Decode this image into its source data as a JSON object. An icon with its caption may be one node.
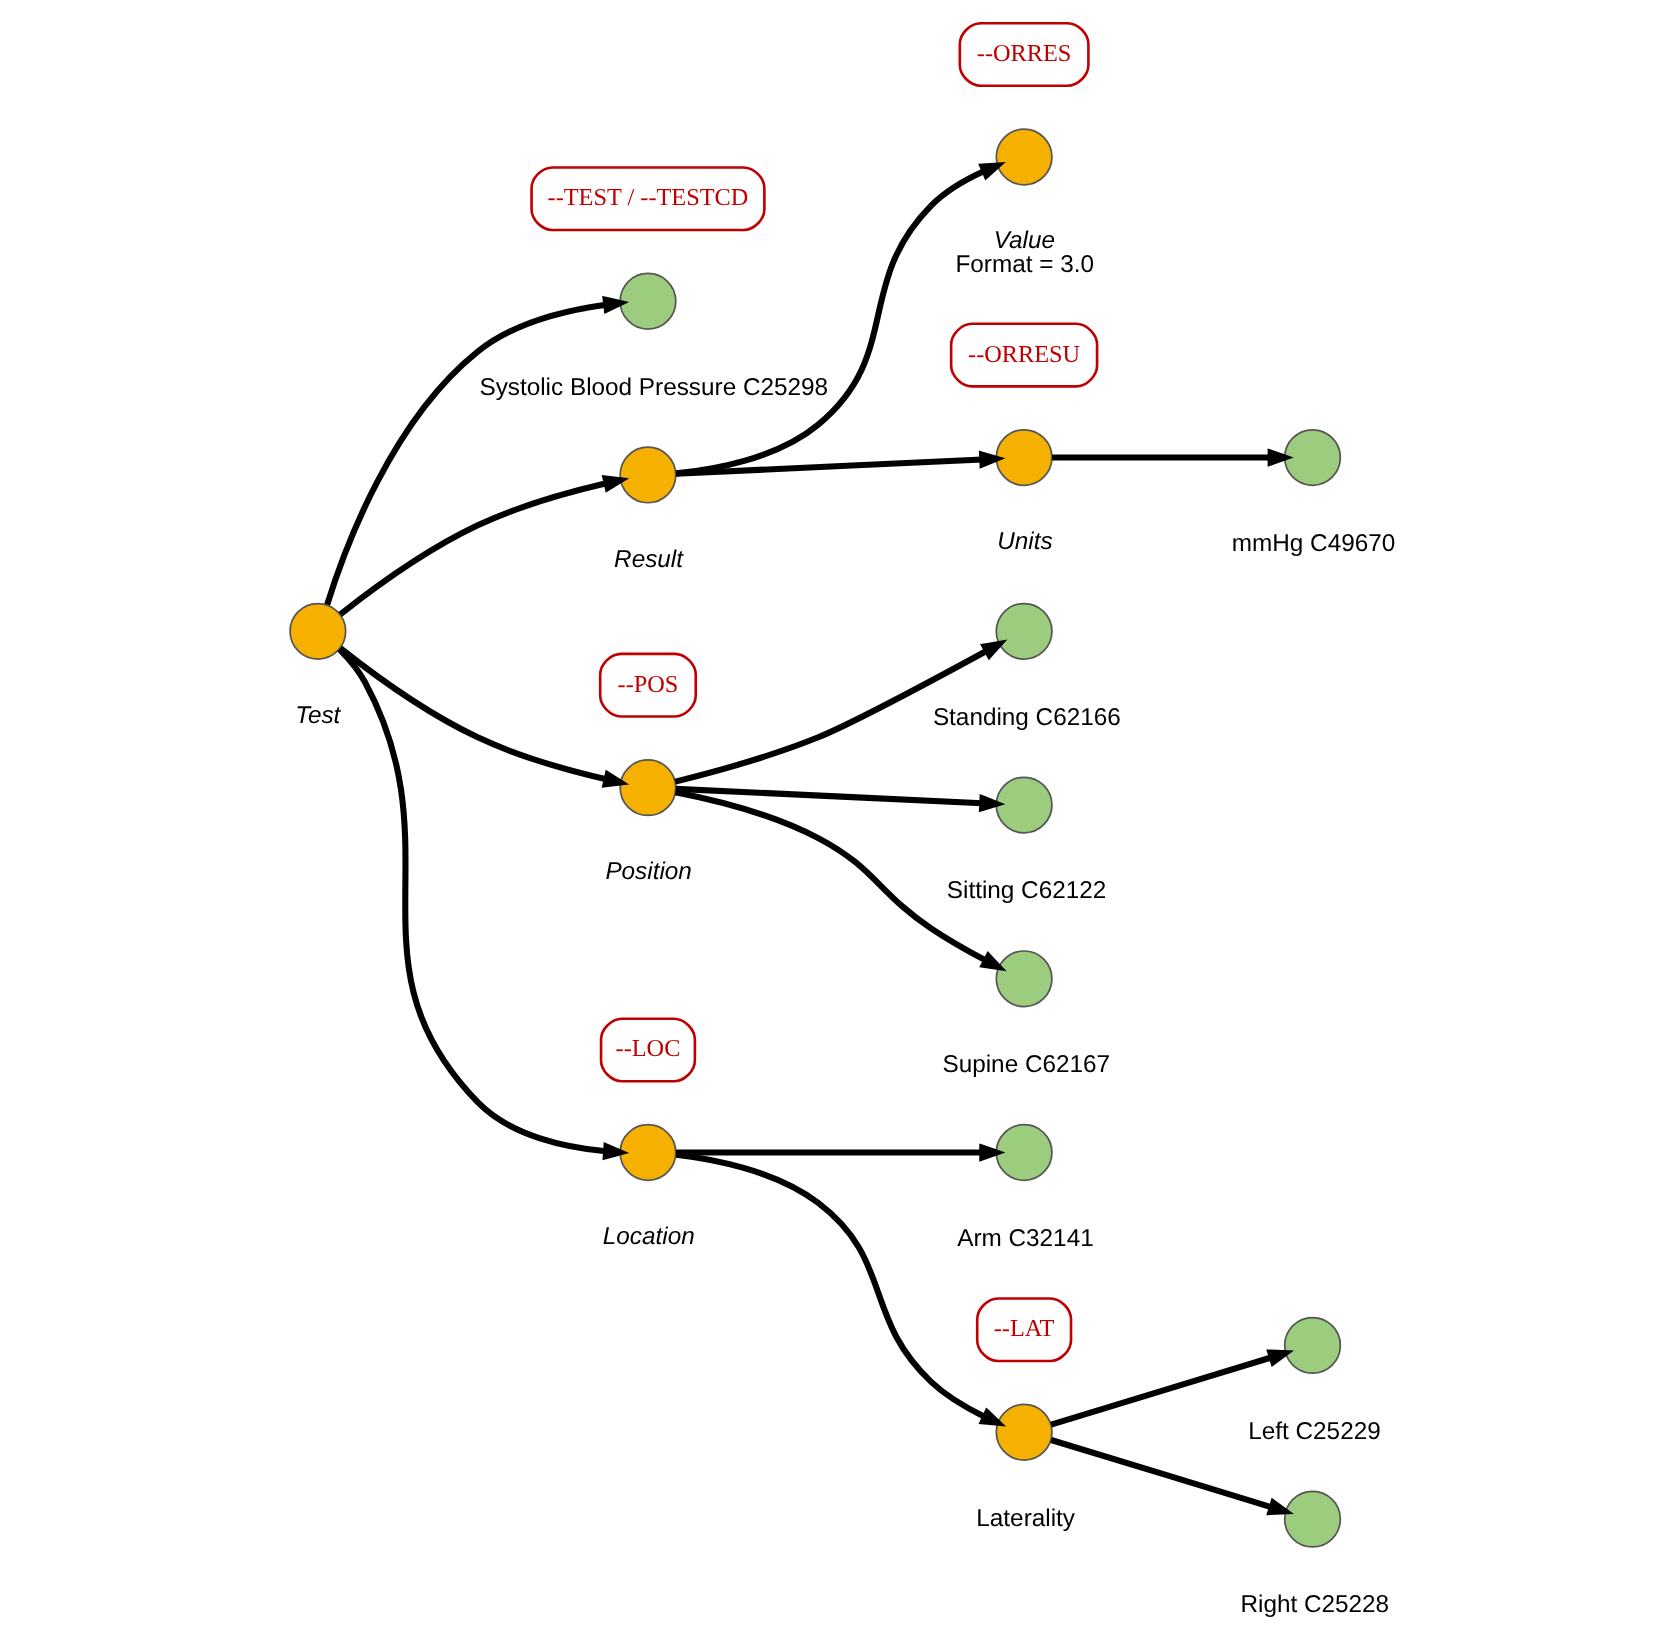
{
  "diagram": {
    "nodes": [
      {
        "text": [
          "--TEST / --TESTCD"
        ]
      },
      {
        "text": [],
        "shape": "circle",
        "beside": [
          "Systolic Blood Pressure C25298"
        ]
      },
      {
        "text": [
          "--ORRES"
        ]
      },
      {
        "text": [],
        "shape": "circle",
        "beside": [
          "Value",
          "Format = 3.0"
        ]
      },
      {
        "text": [],
        "shape": "circle",
        "beside": [
          "Test"
        ]
      },
      {
        "text": [
          "--ORRESU"
        ]
      },
      {
        "text": [],
        "shape": "circle",
        "beside": [
          "Result"
        ]
      },
      {
        "text": [],
        "shape": "circle",
        "beside": [
          "Units"
        ]
      },
      {
        "text": [],
        "shape": "circle",
        "beside": [
          "mmHg C49670"
        ]
      },
      {
        "text": [
          "--POS"
        ]
      },
      {
        "text": [],
        "shape": "circle",
        "beside": [
          "Standing C62166"
        ]
      },
      {
        "text": [],
        "shape": "circle",
        "beside": [
          "Sitting C62122"
        ]
      },
      {
        "text": [],
        "shape": "circle",
        "beside": [
          "Position"
        ]
      },
      {
        "text": [],
        "shape": "circle",
        "beside": [
          "Supine C62167"
        ]
      },
      {
        "text": [],
        "shape": "circle",
        "beside": [
          "Location"
        ]
      },
      {
        "text": [],
        "shape": "circle",
        "beside": [
          "Arm C32141"
        ]
      },
      {
        "text": [
          "--LOC"
        ]
      },
      {
        "text": [],
        "shape": "circle",
        "beside": [
          "Left C25229"
        ]
      },
      {
        "text": [],
        "shape": "circle",
        "beside": [
          "Laterality"
        ]
      },
      {
        "text": [],
        "shape": "circle",
        "beside": [
          "Right C25228"
        ]
      },
      {
        "text": [
          "--LAT"
        ]
      }
    ],
    "edges": [
      {
        "from": 4,
        "to": 1,
        "arrow": "to"
      },
      {
        "from": 4,
        "to": 6,
        "arrow": "to"
      },
      {
        "from": 6,
        "to": 3,
        "arrow": "to"
      },
      {
        "from": 6,
        "to": 7,
        "arrow": "to"
      },
      {
        "from": 7,
        "to": 8,
        "arrow": "to"
      },
      {
        "from": 4,
        "to": 12,
        "arrow": "to"
      },
      {
        "from": 12,
        "to": 10,
        "arrow": "to"
      },
      {
        "from": 12,
        "to": 11,
        "arrow": "to"
      },
      {
        "from": 12,
        "to": 13,
        "arrow": "to"
      },
      {
        "from": 4,
        "to": 14,
        "arrow": "to"
      },
      {
        "from": 14,
        "to": 15,
        "arrow": "to"
      },
      {
        "from": 14,
        "to": 18,
        "arrow": "to"
      },
      {
        "from": 18,
        "to": 17,
        "arrow": "to"
      },
      {
        "from": 18,
        "to": 19,
        "arrow": "to"
      }
    ]
  }
}
